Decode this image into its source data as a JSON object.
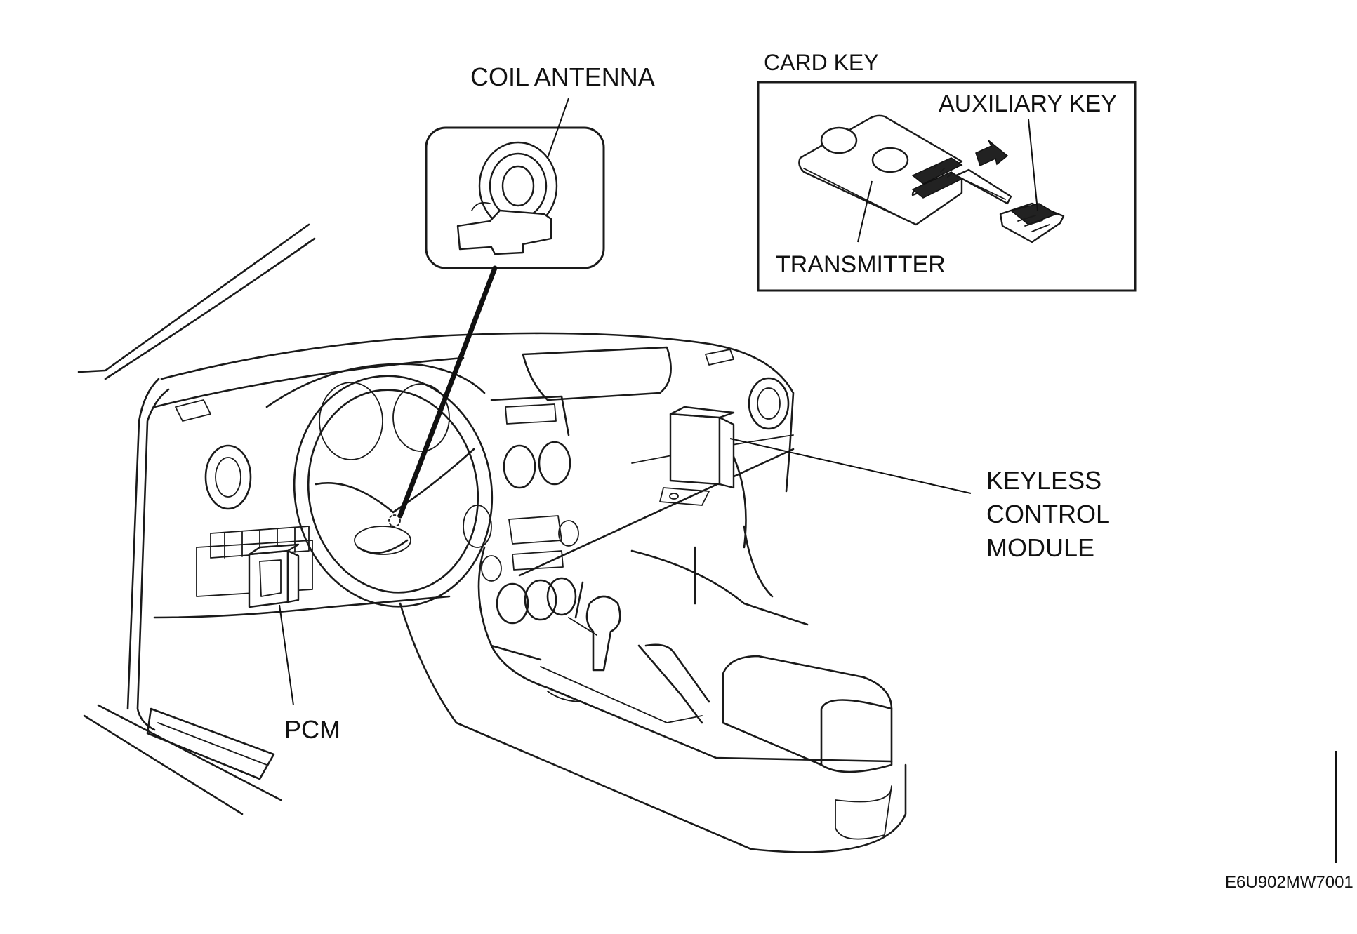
{
  "labels": {
    "coil_antenna": "COIL ANTENNA",
    "card_key": "CARD KEY",
    "auxiliary_key": "AUXILIARY KEY",
    "transmitter": "TRANSMITTER",
    "keyless_line1": "KEYLESS",
    "keyless_line2": "CONTROL",
    "keyless_line3": "MODULE",
    "pcm": "PCM",
    "figure_code": "E6U902MW7001"
  }
}
